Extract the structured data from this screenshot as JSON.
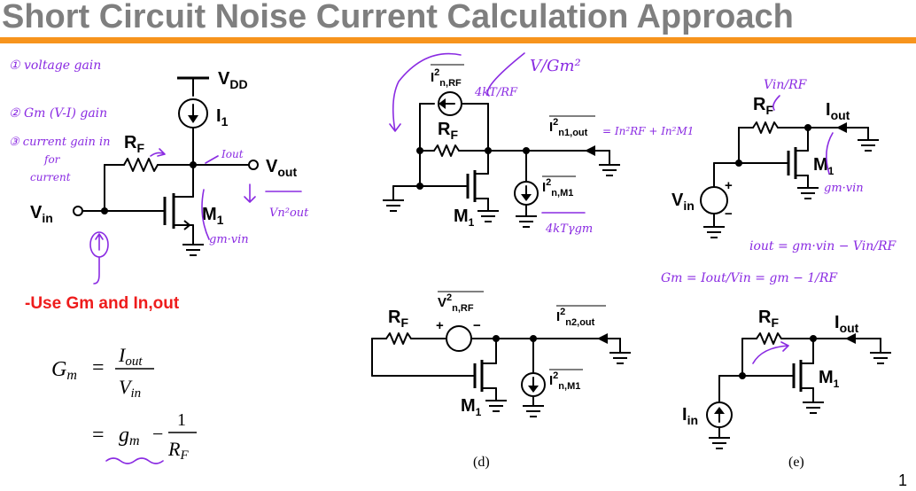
{
  "slide": {
    "title": "Short Circuit Noise Current Calculation Approach",
    "note": "-Use Gm and In,out",
    "page_number": "1",
    "accent_color": "#f7941d",
    "title_color": "#7f7f7f",
    "note_color": "#ee1c1c",
    "ink_color": "#8a2be2"
  },
  "circuit_a": {
    "vdd": "V",
    "vdd_sub": "DD",
    "i1": "I",
    "i1_sub": "1",
    "rf": "R",
    "rf_sub": "F",
    "vout": "V",
    "vout_sub": "out",
    "vin": "V",
    "vin_sub": "in",
    "m1": "M",
    "m1_sub": "1"
  },
  "circuit_b": {
    "noise_rf": "I",
    "noise_rf_sup": "2",
    "noise_rf_sub": "n,RF",
    "rf": "R",
    "rf_sub": "F",
    "n1out": "I",
    "n1out_sup": "2",
    "n1out_sub": "n1,out",
    "nm1": "I",
    "nm1_sup": "2",
    "nm1_sub": "n,M1",
    "m1": "M",
    "m1_sub": "1"
  },
  "circuit_c": {
    "rf": "R",
    "rf_sub": "F",
    "iout": "I",
    "iout_sub": "out",
    "m1": "M",
    "m1_sub": "1",
    "vin": "V",
    "vin_sub": "in",
    "plus": "+",
    "minus": "−"
  },
  "circuit_d": {
    "rf": "R",
    "rf_sub": "F",
    "vnrf": "V",
    "vnrf_sup": "2",
    "vnrf_sub": "n,RF",
    "plus": "+",
    "minus": "−",
    "n2out": "I",
    "n2out_sup": "2",
    "n2out_sub": "n2,out",
    "nm1": "I",
    "nm1_sup": "2",
    "nm1_sub": "n,M1",
    "m1": "M",
    "m1_sub": "1",
    "caption": "(d)"
  },
  "circuit_e": {
    "rf": "R",
    "rf_sub": "F",
    "iout": "I",
    "iout_sub": "out",
    "m1": "M",
    "m1_sub": "1",
    "iin": "I",
    "iin_sub": "in",
    "caption": "(e)"
  },
  "equations": {
    "gm_lhs": "G",
    "gm_lhs_sub": "m",
    "eq": "=",
    "num": "I",
    "num_sub": "out",
    "den": "V",
    "den_sub": "in",
    "eq2": "=",
    "gm": "g",
    "gm_sub": "m",
    "minus": "−",
    "one": "1",
    "rf": "R",
    "rf_sub": "F"
  },
  "handwritten": {
    "list_1": "① voltage gain",
    "list_2": "② Gm (V-I) gain",
    "list_3": "③ current gain in",
    "list_3b": "for",
    "list_3c": "current",
    "iout_a": "Iout",
    "vnout": "Vn²out",
    "gmvin_a": "gm·vin",
    "vgm2": "V/Gm²",
    "fourktrf": "4kT/RF",
    "n1out_expr": "= In²RF + In²M1",
    "fourktgm": "4kTγgm",
    "vin_over_rf": "Vin/RF",
    "gmvin_c": "gm·vin",
    "iout_expr": "iout = gm·vin − Vin/RF",
    "gm_def": "Gm = Iout/Vin = gm − 1/RF"
  }
}
